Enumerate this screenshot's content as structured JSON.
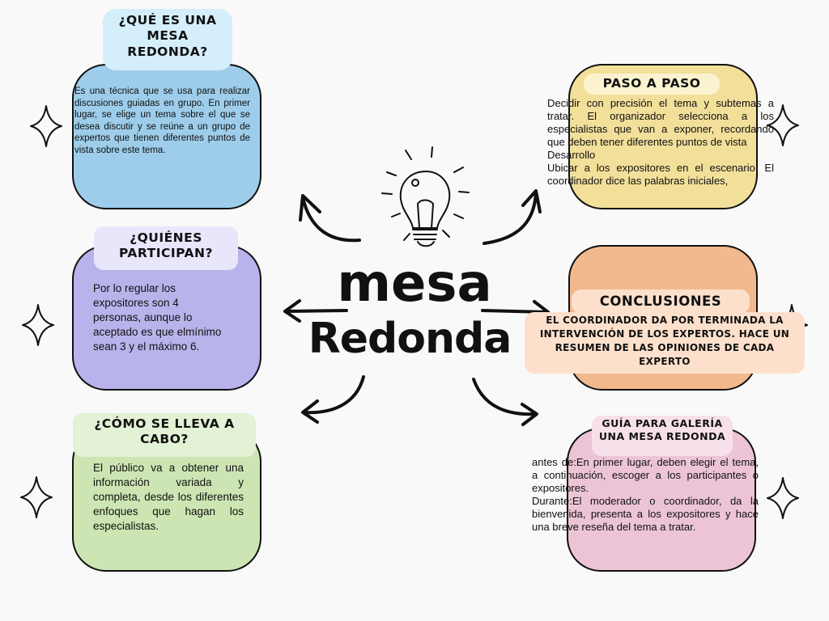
{
  "center_title": {
    "line1": "mesa",
    "line2": "Redonda"
  },
  "que_es": {
    "title": "¿QUÉ ES UNA MESA REDONDA?",
    "body": "Es una técnica que se usa para realizar discusiones guiadas en grupo. En primer lugar, se elige un tema sobre el que se desea discutir y se reúne a un grupo de expertos que tienen diferentes puntos de vista sobre este tema."
  },
  "quienes": {
    "title": "¿QUIÉNES PARTICIPAN?",
    "body": "Por lo regular los expositores son 4 personas, aunque lo aceptado es que elmínimo sean 3 y el máximo 6."
  },
  "como": {
    "title": "¿CÓMO SE LLEVA A CABO?",
    "body": "El público va a obtener una información variada y completa, desde los diferentes enfoques que hagan los especialistas."
  },
  "paso": {
    "title": "PASO A PASO",
    "line1": "Decidir con precisión el tema y subtemas a tratar. El organizador selecciona a los especialistas que van a exponer, recordando que deben tener diferentes puntos de vista",
    "line2": "Desarrollo",
    "line3": "Ubicar a los expositores en el escenario. El coordinador dice las palabras iniciales,"
  },
  "conclusiones": {
    "title": "CONCLUSIONES",
    "body": "EL COORDINADOR DA POR TERMINADA LA INTERVENCIÓN DE LOS EXPERTOS. HACE UN RESUMEN DE LAS OPINIONES DE CADA EXPERTO"
  },
  "guia": {
    "title": "GUÍA PARA GALERÍA UNA MESA REDONDA",
    "line1": "antes de:En primer lugar, deben elegir el tema, a continuación, escoger a los participantes o expositores.",
    "line2": "Durante:El moderador o coordinador, da la bienvenida, presenta a los expositores y hace una breve reseña del tema a tratar."
  },
  "colors": {
    "blue": "#9dcdea",
    "purple": "#b9b3ec",
    "green": "#cde5b3",
    "yellow": "#f2df9a",
    "orange": "#f2b88e",
    "pink": "#ecc4d6",
    "tag_blue": "#d4eefb",
    "tag_purple": "#e8e6fb",
    "tag_green": "#e3f1d4",
    "tag_yellow": "#fbf3cf",
    "tag_orange": "#fde0cc",
    "tag_pink": "#f7e0ea"
  },
  "icons": [
    "lightbulb-icon",
    "sparkle-icon",
    "curved-arrow-icon"
  ]
}
